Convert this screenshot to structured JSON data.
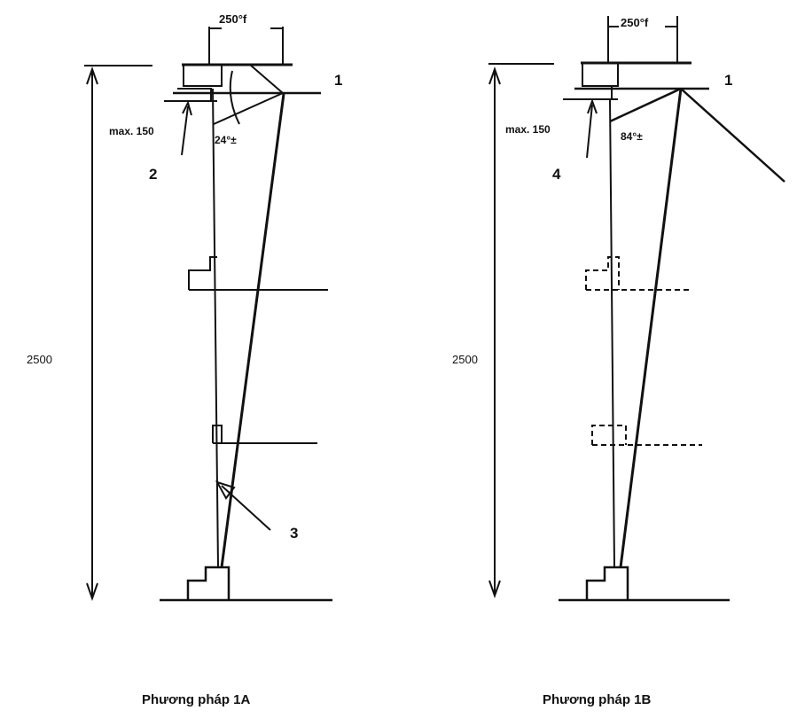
{
  "diagrams": [
    {
      "caption": "Phương pháp 1A",
      "height_dim": "2500",
      "width_dim": "250°f",
      "max_label": "max. 150",
      "angle_label": "24°±",
      "callouts": [
        "1",
        "2",
        "3"
      ]
    },
    {
      "caption": "Phương pháp 1B",
      "height_dim": "2500",
      "width_dim": "250°f",
      "max_label": "max. 150",
      "angle_label": "84°±",
      "callouts": [
        "1",
        "4"
      ]
    }
  ]
}
